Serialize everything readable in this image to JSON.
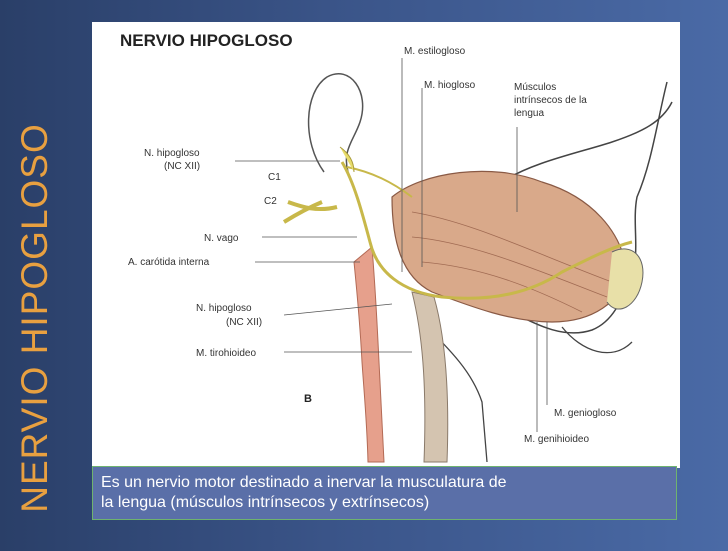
{
  "slide": {
    "vertical_title": "NERVIO HIPOGLOSO",
    "title_color": "#e8a040",
    "caption_line1": "Es un nervio motor destinado a inervar la musculatura de",
    "caption_line2": "la lengua (músculos intrínsecos y extrínsecos)"
  },
  "figure": {
    "title": "NERVIO HIPOGLOSO",
    "panel_letter": "B",
    "labels": {
      "estilogloso": "M. estilogloso",
      "hiogloso": "M. hiogloso",
      "intrinsecos_1": "Músculos",
      "intrinsecos_2": "intrínsecos de la",
      "intrinsecos_3": "lengua",
      "hipogloso_top_1": "N. hipogloso",
      "hipogloso_top_2": "(NC XII)",
      "c1": "C1",
      "c2": "C2",
      "vago": "N. vago",
      "carotida": "A. carótida interna",
      "hipogloso_low_1": "N. hipogloso",
      "hipogloso_low_2": "(NC XII)",
      "tirohioideo": "M. tirohioideo",
      "geniogloso": "M. geniogloso",
      "genihioideo": "M. genihioideo"
    }
  }
}
